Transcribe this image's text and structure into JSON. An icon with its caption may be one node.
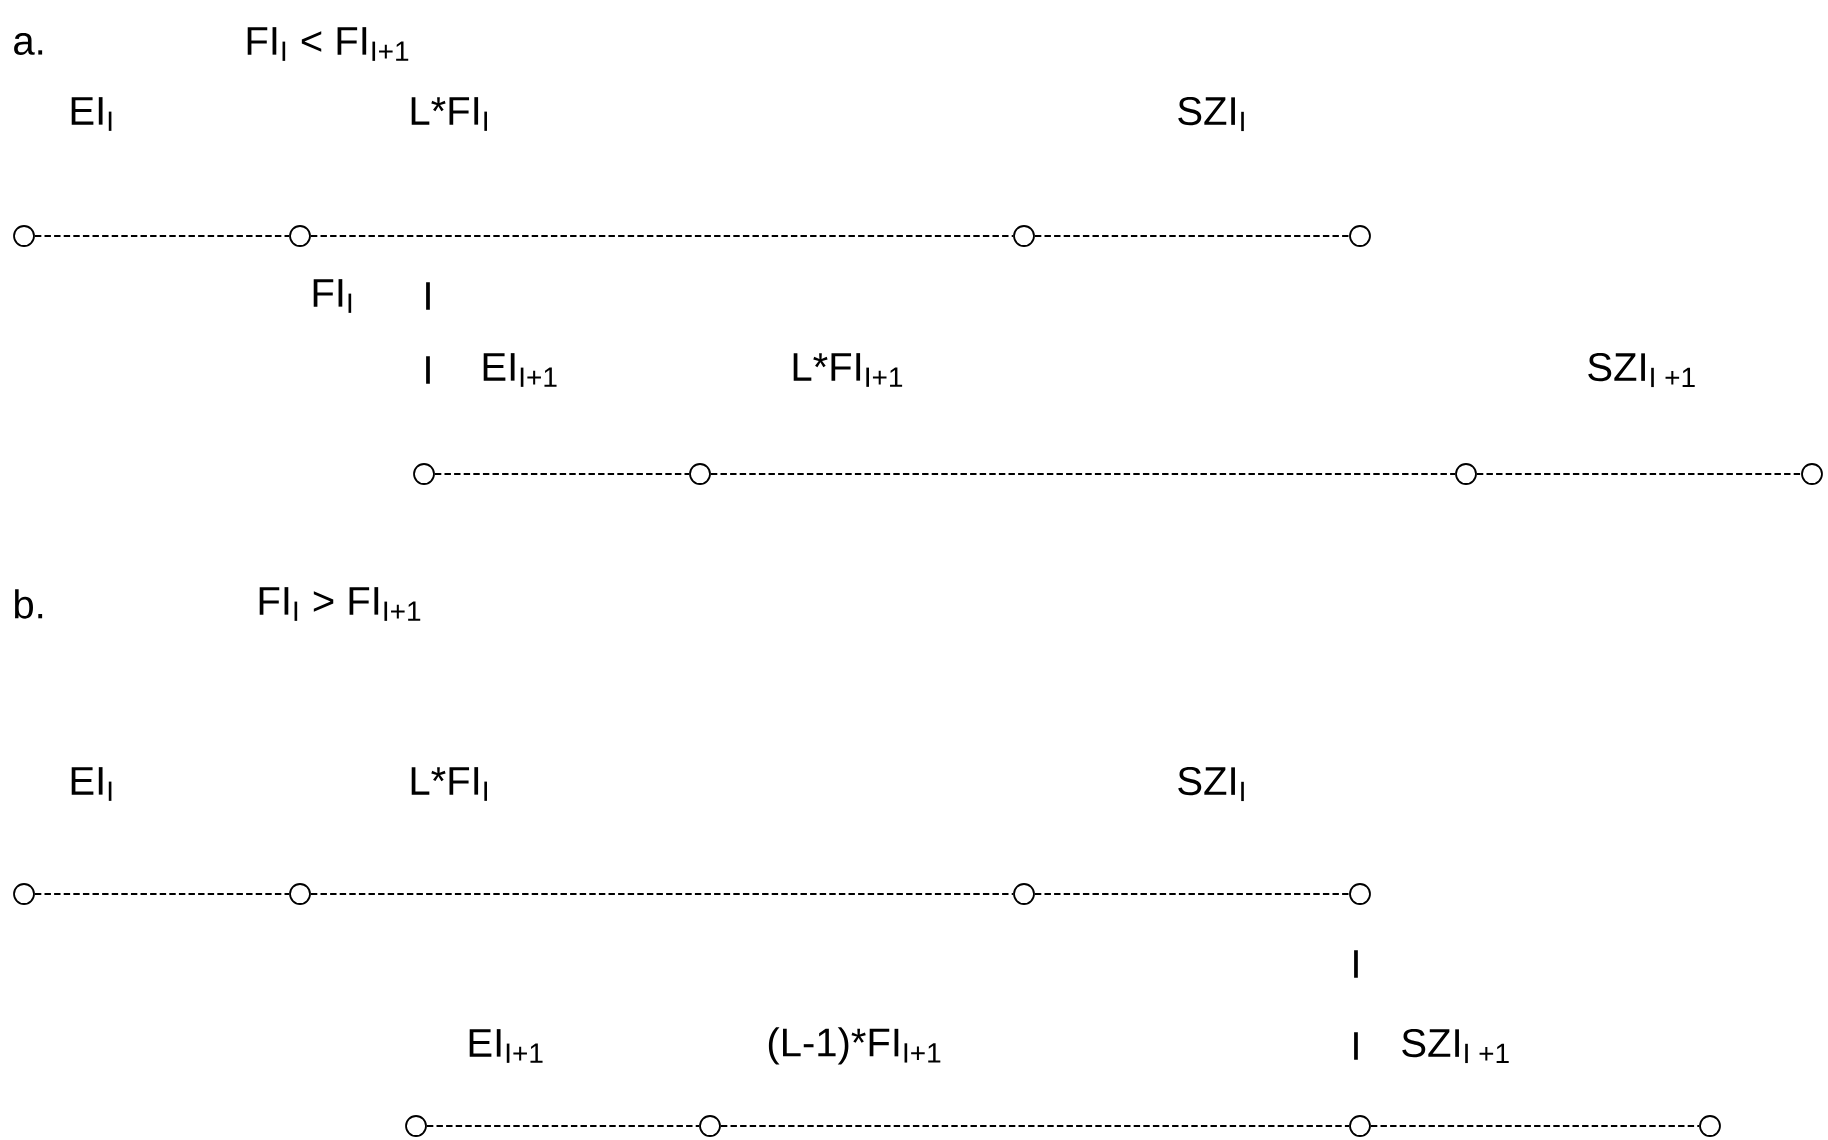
{
  "diagram": {
    "nodes": [
      {
        "text": [],
        "shape": "circle"
      },
      {
        "text": [],
        "shape": "circle"
      },
      {
        "text": [],
        "shape": "circle"
      },
      {
        "text": [],
        "shape": "circle"
      },
      {
        "text": [],
        "shape": "circle"
      },
      {
        "text": [],
        "shape": "circle"
      },
      {
        "text": [],
        "shape": "circle"
      },
      {
        "text": [],
        "shape": "circle"
      },
      {
        "text": [],
        "shape": "circle"
      },
      {
        "text": [],
        "shape": "circle"
      },
      {
        "text": [],
        "shape": "circle"
      },
      {
        "text": [],
        "shape": "circle"
      },
      {
        "text": [],
        "shape": "circle"
      },
      {
        "text": [],
        "shape": "circle"
      },
      {
        "text": [],
        "shape": "circle"
      },
      {
        "text": [],
        "shape": "circle"
      }
    ],
    "edges": [
      {
        "from": 0,
        "to": 1,
        "arrow": "none",
        "style": "dashed"
      },
      {
        "from": 1,
        "to": 2,
        "arrow": "none",
        "style": "dashed"
      },
      {
        "from": 2,
        "to": 3,
        "arrow": "none",
        "style": "dashed"
      },
      {
        "from": 4,
        "to": 5,
        "arrow": "none",
        "style": "dashed"
      },
      {
        "from": 5,
        "to": 6,
        "arrow": "none",
        "style": "dashed"
      },
      {
        "from": 6,
        "to": 7,
        "arrow": "none",
        "style": "dashed"
      },
      {
        "from": 8,
        "to": 9,
        "arrow": "none",
        "style": "dashed"
      },
      {
        "from": 9,
        "to": 10,
        "arrow": "none",
        "style": "dashed"
      },
      {
        "from": 10,
        "to": 11,
        "arrow": "none",
        "style": "dashed"
      },
      {
        "from": 12,
        "to": 13,
        "arrow": "none",
        "style": "dashed"
      },
      {
        "from": 13,
        "to": 14,
        "arrow": "none",
        "style": "dashed"
      },
      {
        "from": 14,
        "to": 15,
        "arrow": "none",
        "style": "dashed"
      }
    ],
    "labels": [
      "a.",
      "FI$_{I}$ <  FI$_{I+1}$",
      "EI$_{I}$",
      "L*FI$_{I}$",
      "SZI$_{I}$",
      "FI$_{I}$",
      "I",
      "I",
      "EI$_{I+1}$",
      "L*FI$_{I+1}$",
      "SZI$_{I +1}$",
      "b.",
      "FI$_{I}$ >  FI$_{I+1}$",
      "EI$_{I}$",
      "L*FI$_{I}$",
      "SZI$_{I}$",
      "I",
      "EI$_{I+1}$",
      "(L-1)*FI$_{I+1}$",
      "I",
      "SZI$_{I +1}$"
    ]
  }
}
